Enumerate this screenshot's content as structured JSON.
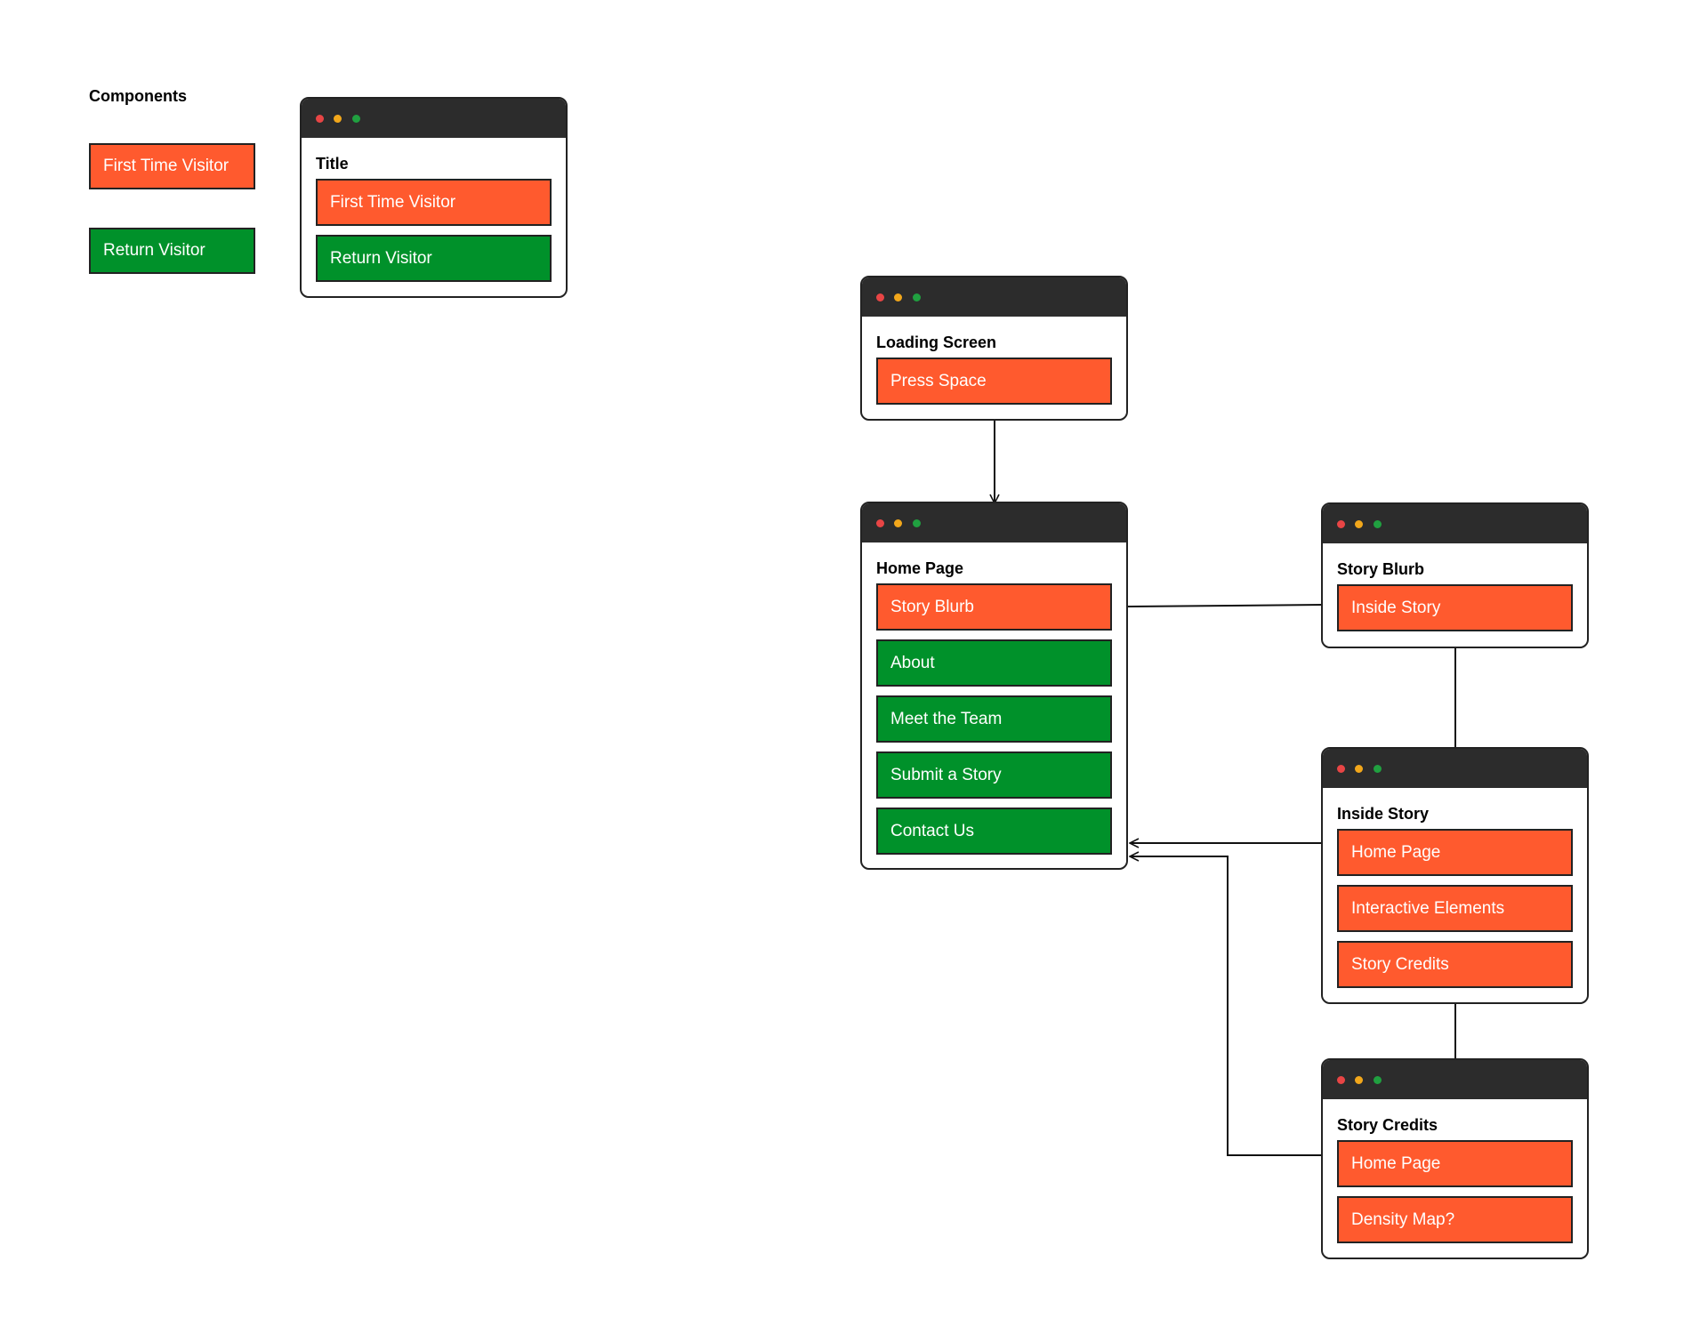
{
  "colors": {
    "orange": "#ff5a2e",
    "green": "#00912a",
    "titlebar": "#2c2c2c",
    "dot_red": "#e84545",
    "dot_yellow": "#f2a71b",
    "dot_green": "#20a040"
  },
  "legend": {
    "title": "Components",
    "first_time": "First Time Visitor",
    "return": "Return Visitor"
  },
  "windows": {
    "template": {
      "title": "Title",
      "buttons": [
        "First Time Visitor",
        "Return Visitor"
      ]
    },
    "loading": {
      "title": "Loading Screen",
      "buttons": [
        "Press Space"
      ]
    },
    "home": {
      "title": "Home Page",
      "buttons": [
        "Story Blurb",
        "About",
        "Meet the Team",
        "Submit a Story",
        "Contact Us"
      ]
    },
    "blurb": {
      "title": "Story Blurb",
      "buttons": [
        "Inside Story"
      ]
    },
    "inside": {
      "title": "Inside Story",
      "buttons": [
        "Home Page",
        "Interactive Elements",
        "Story Credits"
      ]
    },
    "credits": {
      "title": "Story Credits",
      "buttons": [
        "Home Page",
        "Density Map?"
      ]
    }
  }
}
